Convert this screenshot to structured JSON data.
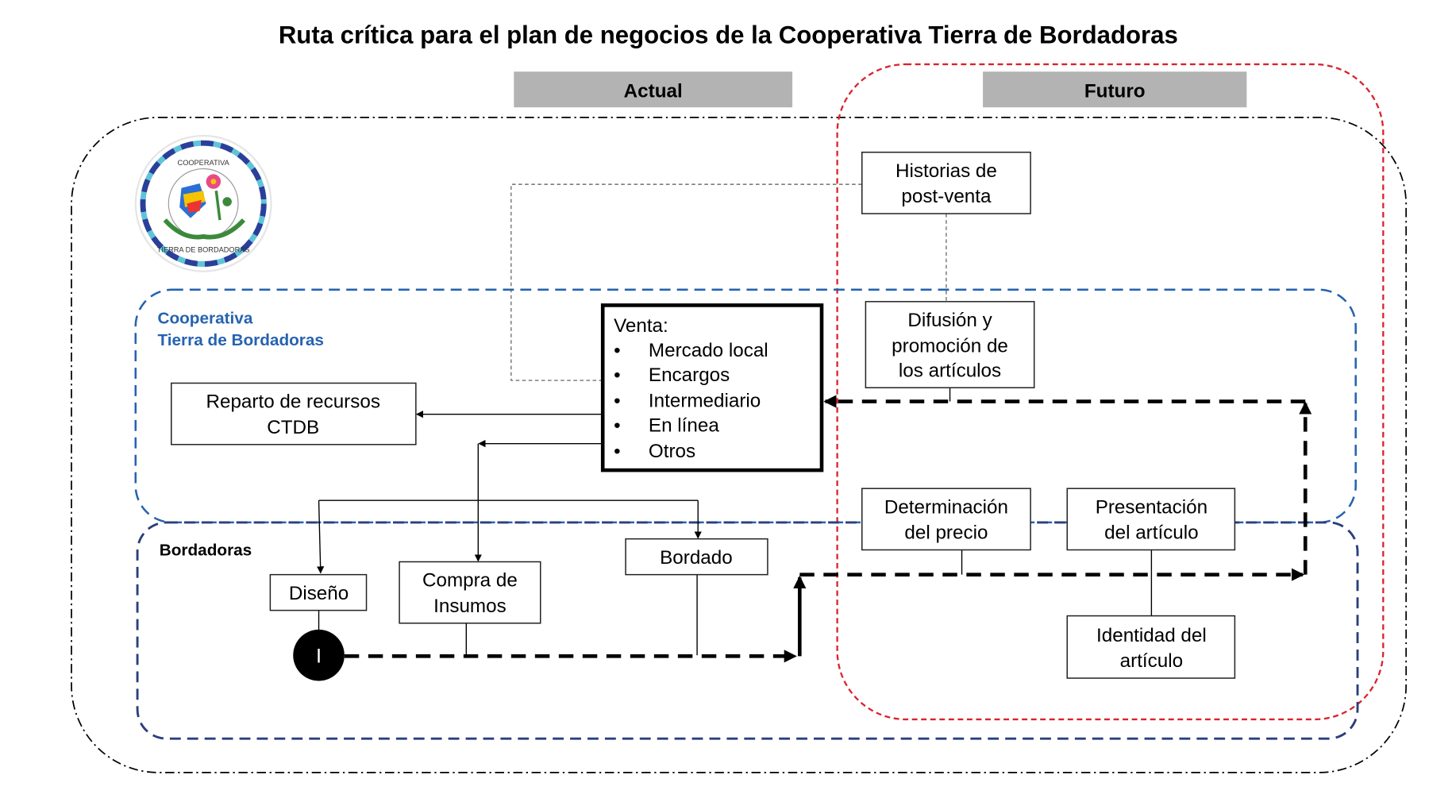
{
  "title": "Ruta crítica para el plan de negocios de la Cooperativa Tierra de Bordadoras",
  "columns": {
    "actual": "Actual",
    "futuro": "Futuro"
  },
  "colors": {
    "cooperativa": "#2563b0",
    "bordadoras": "#2b3f7c",
    "futuro": "#d9232e",
    "header_bg": "#b3b3b3"
  },
  "logo": {
    "top_text": "COOPERATIVA",
    "bottom_text": "TIERRA DE BORDADORAS"
  },
  "regions": {
    "cooperativa": [
      "Cooperativa",
      "Tierra de Bordadoras"
    ],
    "bordadoras": "Bordadoras"
  },
  "nodes": {
    "historias": [
      "Historias de",
      "post-venta"
    ],
    "difusion": [
      "Difusión y",
      "promoción de",
      "los artículos"
    ],
    "venta": {
      "title": "Venta:",
      "items": [
        "Mercado local",
        "Encargos",
        "Intermediario",
        "En línea",
        "Otros"
      ]
    },
    "reparto": [
      "Reparto de recursos",
      "CTDB"
    ],
    "determinacion": [
      "Determinación",
      "del precio"
    ],
    "presentacion": [
      "Presentación",
      "del artículo"
    ],
    "identidad": [
      "Identidad del",
      "artículo"
    ],
    "diseno": "Diseño",
    "compra": [
      "Compra de",
      "Insumos"
    ],
    "bordado": "Bordado",
    "inicio": "I"
  }
}
